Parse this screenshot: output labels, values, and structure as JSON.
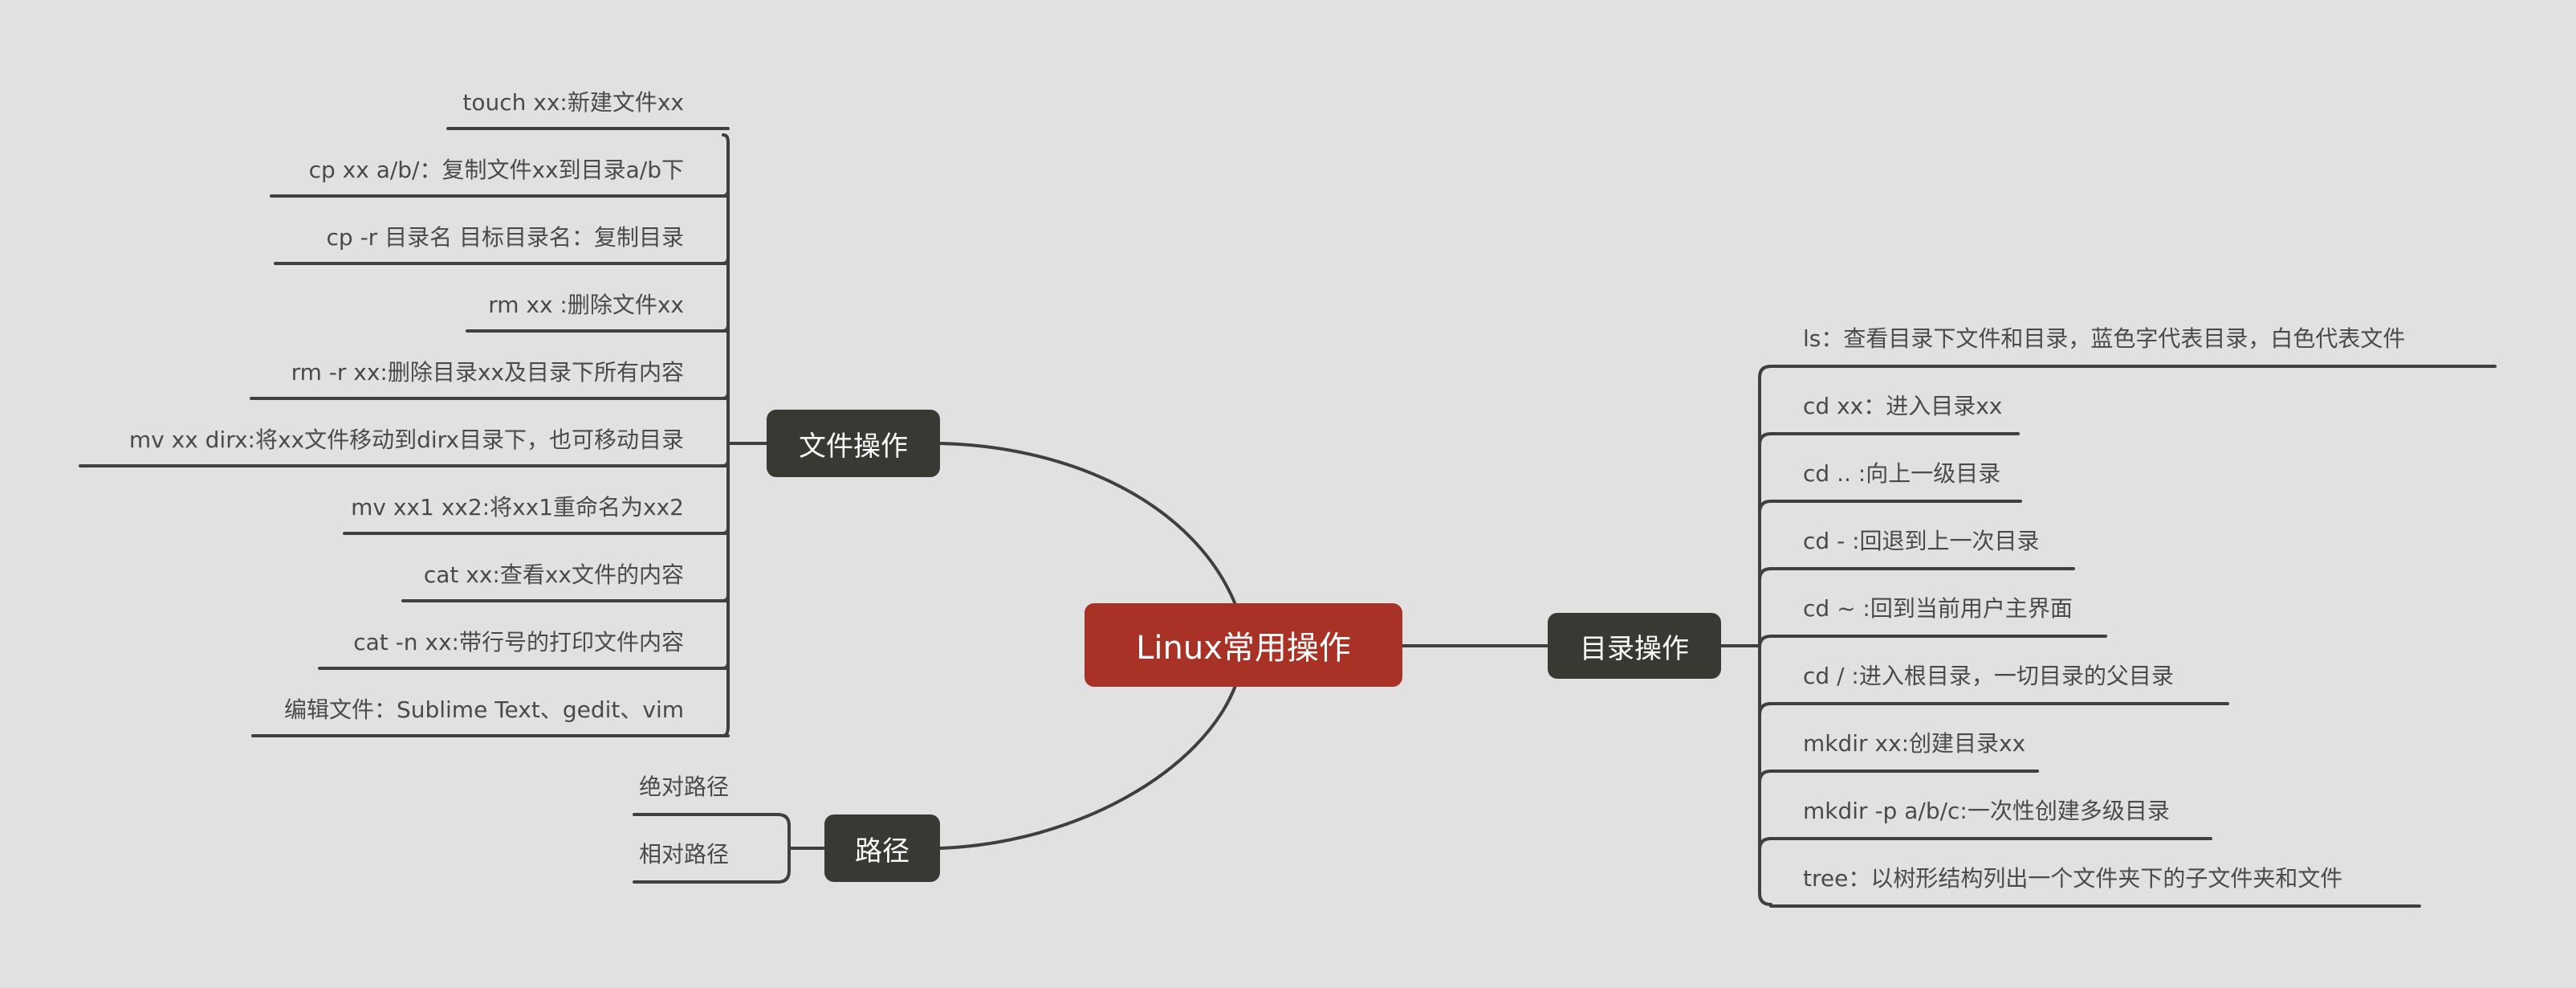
{
  "root": {
    "label": "Linux常用操作"
  },
  "branches": {
    "file_ops": {
      "label": "文件操作",
      "items": [
        "touch xx:新建文件xx",
        "cp xx a/b/：复制文件xx到目录a/b下",
        "cp -r 目录名 目标目录名：复制目录",
        "rm xx :删除文件xx",
        "rm -r xx:删除目录xx及目录下所有内容",
        "mv xx dirx:将xx文件移动到dirx目录下，也可移动目录",
        "mv xx1 xx2:将xx1重命名为xx2",
        "cat xx:查看xx文件的内容",
        "cat -n xx:带行号的打印文件内容",
        "编辑文件：Sublime Text、gedit、vim"
      ]
    },
    "dir_ops": {
      "label": "目录操作",
      "items": [
        "ls：查看目录下文件和目录，蓝色字代表目录，白色代表文件",
        "cd xx：进入目录xx",
        "cd .. :向上一级目录",
        "cd - :回退到上一次目录",
        "cd ~ :回到当前用户主界面",
        "cd / :进入根目录，一切目录的父目录",
        "mkdir xx:创建目录xx",
        "mkdir -p a/b/c:一次性创建多级目录",
        "tree：以树形结构列出一个文件夹下的子文件夹和文件"
      ]
    },
    "path": {
      "label": "路径",
      "items": [
        "绝对路径",
        "相对路径"
      ]
    }
  },
  "colors": {
    "background": "#e1e1e1",
    "root_fill": "#a93226",
    "branch_fill": "#373a33",
    "line": "#3f3f3f",
    "leaf_text": "#4a4a4a"
  }
}
